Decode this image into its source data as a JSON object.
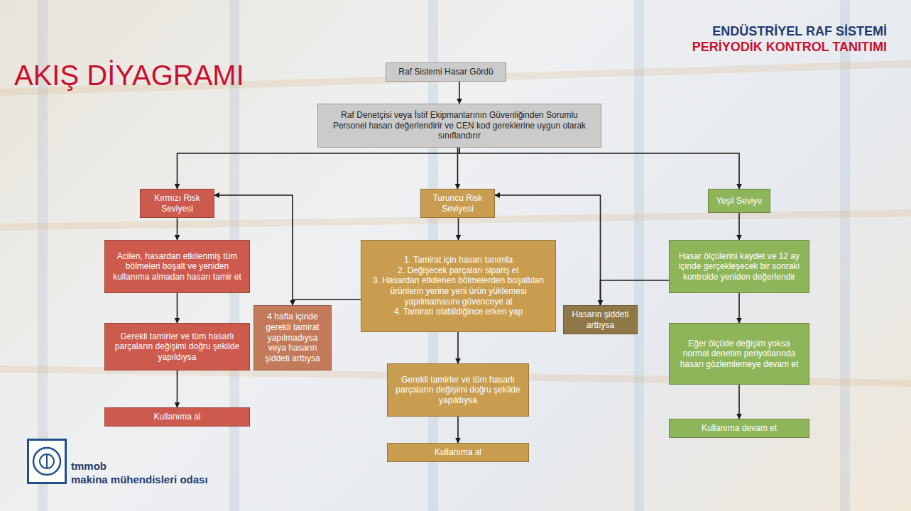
{
  "diagram": {
    "title": "AKIŞ DİYAGRAMI",
    "nodes": [
      {
        "text": [
          "Raf Sistemi Hasar Gördü"
        ]
      },
      {
        "text": [
          "Raf Denetçisi veya İstif Ekipmanlarının Güvenliğinden Sorumlu Personel hasarı değerlendirir ve CEN kod gereklerine uygun olarak sınıflandırır"
        ]
      },
      {
        "text": [
          "Kırmızı Risk Seviyesi"
        ]
      },
      {
        "text": [
          "Turuncu Risk Seviyesi"
        ]
      },
      {
        "text": [
          "Yeşil Seviye"
        ]
      },
      {
        "text": [
          "Acilen, hasardan etkilenmiş tüm bölmeleri boşalt ve yeniden kullanıma almadan hasarı tamir et"
        ]
      },
      {
        "text": [
          "1. Tamirat için hasarı tanımla",
          "2. Değişecek parçaları sipariş et",
          "3. Hasardan etkilenen bölmelerden boşaltılan ürünlerin yerine yeni ürün yüklemesi yapılmamasını güvenceye al",
          "4. Tamiratı olabildiğince erken yap"
        ]
      },
      {
        "text": [
          "Hasar ölçülerini kaydet ve 12 ay içinde gerçekleşecek bir sonraki kontrolde yeniden değerlendir"
        ]
      },
      {
        "text": [
          "4 hafta içinde gerekli tamirat yapılmadıysa veya hasarın şiddeti arttıysa"
        ]
      },
      {
        "text": [
          "Hasarın şiddeti arttıysa"
        ]
      },
      {
        "text": [
          "Gerekli tamirler ve tüm hasarlı parçaların değişimi doğru şekilde yapıldıysa"
        ]
      },
      {
        "text": [
          "Eğer ölçüde değişim yoksa normal denetim periyotlarında hasarı gözlemlemeye devam et"
        ]
      },
      {
        "text": [
          "Gerekli tamirler ve tüm hasarlı parçaların değişimi doğru şekilde yapıldıysa"
        ]
      },
      {
        "text": [
          "Kullanıma al"
        ]
      },
      {
        "text": [
          "Kullanıma devam et"
        ]
      },
      {
        "text": [
          "Kullanıma al"
        ]
      }
    ],
    "edges": [
      {
        "from": 0,
        "to": 1,
        "arrow": "to"
      },
      {
        "from": 1,
        "to": 2,
        "arrow": "to"
      },
      {
        "from": 1,
        "to": 3,
        "arrow": "to"
      },
      {
        "from": 1,
        "to": 4,
        "arrow": "to"
      },
      {
        "from": 2,
        "to": 5,
        "arrow": "to"
      },
      {
        "from": 5,
        "to": 10,
        "arrow": "to"
      },
      {
        "from": 10,
        "to": 13,
        "arrow": "to"
      },
      {
        "from": 3,
        "to": 6,
        "arrow": "to"
      },
      {
        "from": 6,
        "to": 12,
        "arrow": "to"
      },
      {
        "from": 12,
        "to": 15,
        "arrow": "to"
      },
      {
        "from": 4,
        "to": 7,
        "arrow": "to"
      },
      {
        "from": 7,
        "to": 11,
        "arrow": "to"
      },
      {
        "from": 11,
        "to": 14,
        "arrow": "to"
      },
      {
        "from": 6,
        "to": 8,
        "arrow": "to"
      },
      {
        "from": 8,
        "to": 2,
        "arrow": "to"
      },
      {
        "from": 7,
        "to": 9,
        "arrow": "to"
      },
      {
        "from": 9,
        "to": 3,
        "arrow": "to"
      }
    ],
    "labels": [
      "ENDÜSTRİYEL RAF SİSTEMİ",
      "PERİYODİK KONTROL TANITIMI",
      "tmmob",
      "makina mühendisleri odası"
    ]
  }
}
